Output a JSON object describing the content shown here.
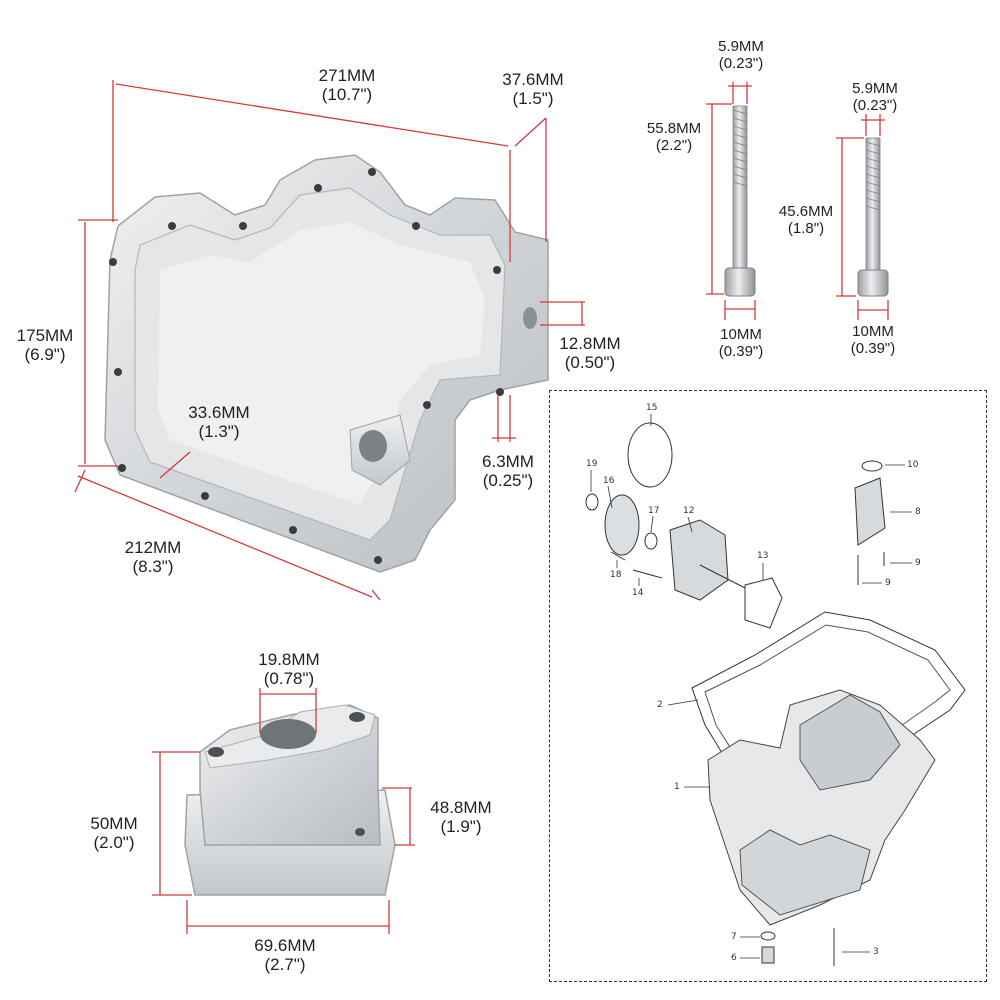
{
  "pan_dims": {
    "length": {
      "mm": "271MM",
      "in": "(10.7\")"
    },
    "flange": {
      "mm": "37.6MM",
      "in": "(1.5\")"
    },
    "height": {
      "mm": "175MM",
      "in": "(6.9\")"
    },
    "port": {
      "mm": "12.8MM",
      "in": "(0.50\")"
    },
    "wall": {
      "mm": "33.6MM",
      "in": "(1.3\")"
    },
    "lip": {
      "mm": "6.3MM",
      "in": "(0.25\")"
    },
    "width": {
      "mm": "212MM",
      "in": "(8.3\")"
    }
  },
  "bolt_long": {
    "thread": {
      "mm": "5.9MM",
      "in": "(0.23\")"
    },
    "length": {
      "mm": "55.8MM",
      "in": "(2.2\")"
    },
    "head": {
      "mm": "10MM",
      "in": "(0.39\")"
    }
  },
  "bolt_short": {
    "thread": {
      "mm": "5.9MM",
      "in": "(0.23\")"
    },
    "length": {
      "mm": "45.6MM",
      "in": "(1.8\")"
    },
    "head": {
      "mm": "10MM",
      "in": "(0.39\")"
    }
  },
  "spacer_dims": {
    "bore": {
      "mm": "19.8MM",
      "in": "(0.78\")"
    },
    "height": {
      "mm": "50MM",
      "in": "(2.0\")"
    },
    "step": {
      "mm": "48.8MM",
      "in": "(1.9\")"
    },
    "length": {
      "mm": "69.6MM",
      "in": "(2.7\")"
    }
  },
  "callouts": [
    "15",
    "19",
    "16",
    "17",
    "12",
    "10",
    "8",
    "9",
    "9",
    "13",
    "18",
    "14",
    "2",
    "1",
    "7",
    "6",
    "3"
  ],
  "colors": {
    "metal": "#d4d6d8",
    "metal_dark": "#a9adb1",
    "dim_line": "#d43a3a"
  }
}
